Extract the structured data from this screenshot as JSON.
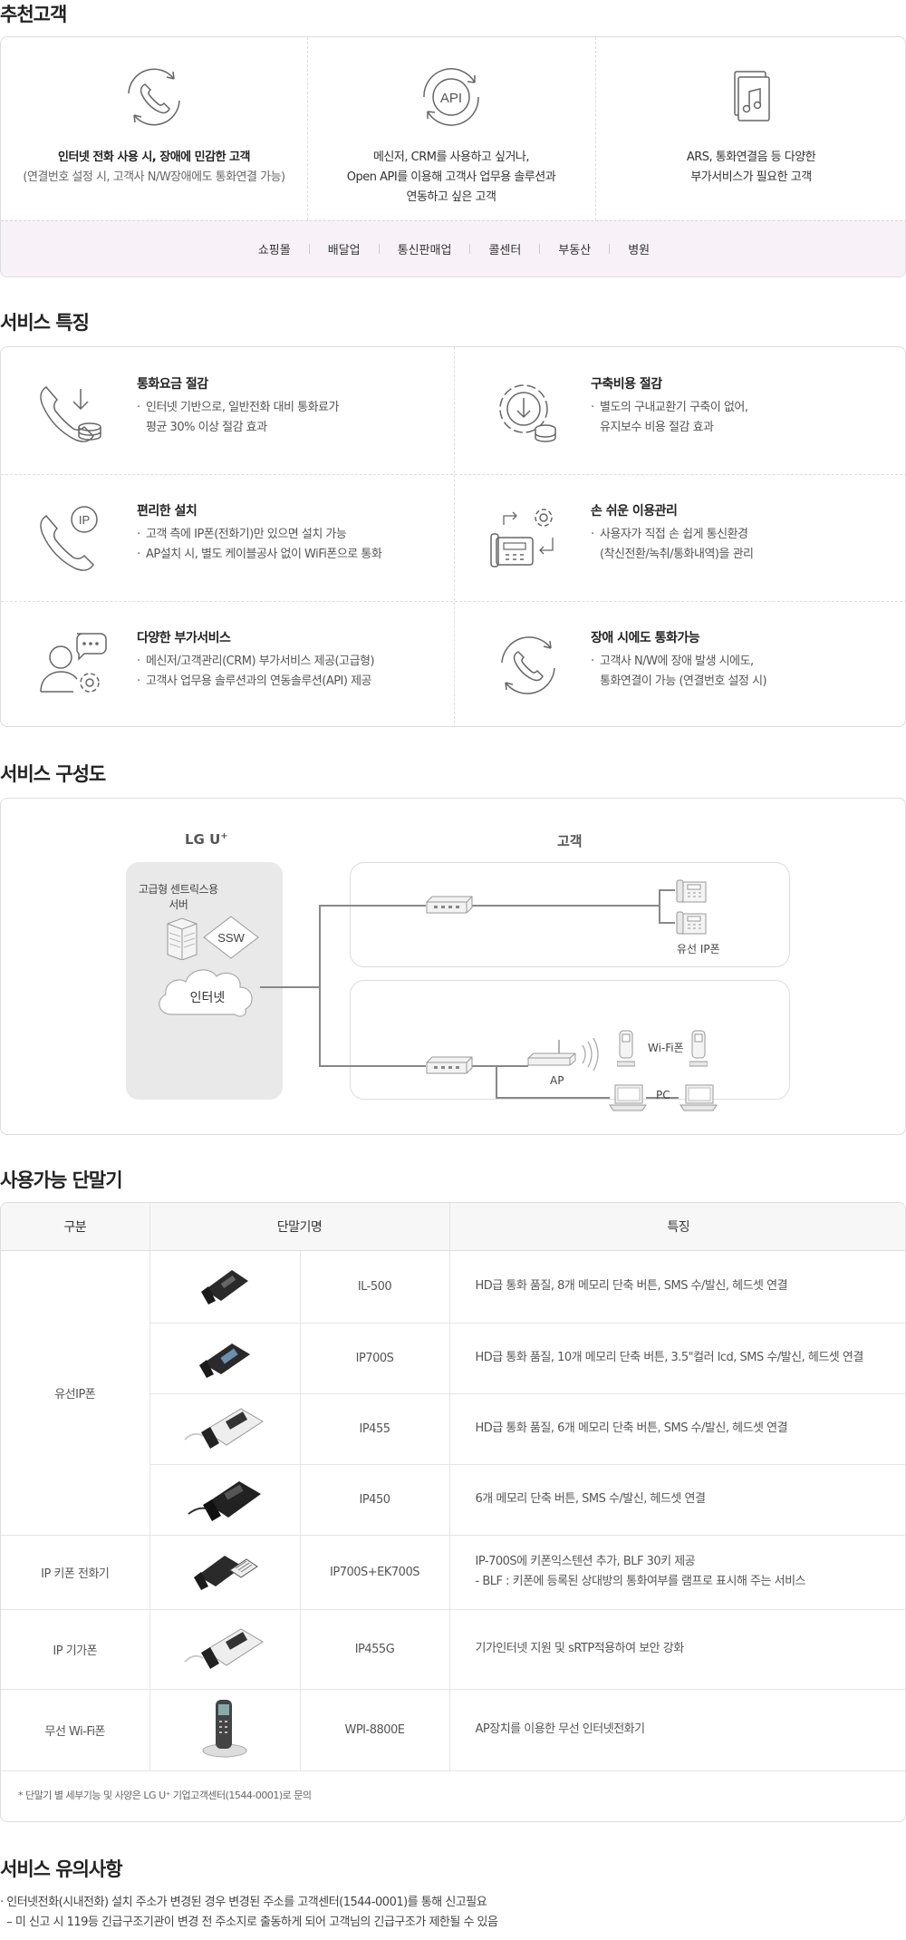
{
  "recommend": {
    "heading": "추천고객",
    "cols": [
      {
        "bold": "인터넷 전화 사용 시, 장애에 민감한 고객",
        "sub": "(연결번호 설정 시, 고객사 N/W장애에도 통화연결 가능)",
        "icon": "phone-cycle-icon"
      },
      {
        "line1": "메신저, CRM를 사용하고 싶거나,",
        "line2": "Open API를 이용해 고객사 업무용 솔루션과",
        "line3": "연동하고 싶은 고객",
        "icon": "api-icon"
      },
      {
        "line1": "ARS, 통화연결음 등 다양한",
        "line2": "부가서비스가 필요한 고객",
        "icon": "music-file-icon"
      }
    ],
    "industries": [
      "쇼핑몰",
      "배달업",
      "통신판매업",
      "콜센터",
      "부동산",
      "병원"
    ]
  },
  "features": {
    "heading": "서비스 특징",
    "items": [
      {
        "title": "통화요금 절감",
        "lines": [
          "인터넷 기반으로, 일반전화 대비 통화료가",
          "평균 30% 이상 절감 효과"
        ],
        "bullets": 1,
        "icon": "phone-coin-icon"
      },
      {
        "title": "구축비용 절감",
        "lines": [
          "별도의 구내교환기 구축이 없어,",
          "유지보수 비용 절감 효과"
        ],
        "bullets": 1,
        "icon": "gear-coin-icon"
      },
      {
        "title": "편리한 설치",
        "lines": [
          "고객 측에 IP폰(전화기)만 있으면 설치 가능",
          "AP설치 시, 별도 케이블공사 없이 WiFi폰으로 통화"
        ],
        "bullets": 2,
        "icon": "ip-phone-icon"
      },
      {
        "title": "손 쉬운 이용관리",
        "lines": [
          "사용자가 직접 손 쉽게 통신환경",
          "(착신전환/녹취/통화내역)을 관리"
        ],
        "bullets": 1,
        "icon": "phone-gear-icon"
      },
      {
        "title": "다양한 부가서비스",
        "lines": [
          "메신저/고객관리(CRM) 부가서비스 제공(고급형)",
          "고객사 업무용 솔루션과의 연동솔루션(API) 제공"
        ],
        "bullets": 2,
        "icon": "user-chat-gear-icon"
      },
      {
        "title": "장애 시에도 통화가능",
        "lines": [
          "고객사 N/W에 장애 발생 시에도,",
          "통화연결이 가능 (연결번호 설정 시)"
        ],
        "bullets": 1,
        "icon": "phone-cycle-icon"
      }
    ]
  },
  "diagram": {
    "heading": "서비스 구성도",
    "lgu": "LG U",
    "lgu_plus": "+",
    "customer": "고객",
    "server_label_1": "고급형 센트릭스용",
    "server_label_2": "서버",
    "ssw": "SSW",
    "internet": "인터넷",
    "wired_ip": "유선 IP폰",
    "ap": "AP",
    "wifi": "Wi-Fi폰",
    "pc": "PC"
  },
  "devices": {
    "heading": "사용가능 단말기",
    "headers": [
      "구분",
      "단말기명",
      "특징"
    ],
    "groups": [
      {
        "category": "유선IP폰",
        "rows": [
          {
            "name": "IL-500",
            "feature": "HD급 통화 품질, 8개 메모리 단축 버튼, SMS 수/발신, 헤드셋 연결"
          },
          {
            "name": "IP700S",
            "feature": "HD급 통화 품질, 10개 메모리 단축 버튼, 3.5\"컬러 lcd, SMS 수/발신, 헤드셋 연결"
          },
          {
            "name": "IP455",
            "feature": "HD급 통화 품질, 6개 메모리 단축 버튼, SMS 수/발신, 헤드셋 연결"
          },
          {
            "name": "IP450",
            "feature": "6개 메모리 단축 버튼, SMS 수/발신, 헤드셋 연결"
          }
        ]
      },
      {
        "category": "IP 키폰 전화기",
        "rows": [
          {
            "name": "IP700S+EK700S",
            "feature": "IP-700S에 키폰익스텐션 추가, BLF 30키 제공",
            "feature2": "- BLF : 키폰에 등록된 상대방의 통화여부를 램프로 표시해 주는 서비스"
          }
        ]
      },
      {
        "category": "IP 기가폰",
        "rows": [
          {
            "name": "IP455G",
            "feature": "기가인터넷 지원 및 sRTP적용하여 보안 강화"
          }
        ]
      },
      {
        "category": "무선 Wi-Fi폰",
        "rows": [
          {
            "name": "WPI-8800E",
            "feature": "AP장치를 이용한 무선 인터넷전화기"
          }
        ]
      }
    ],
    "note": "* 단말기 별 세부기능 및 사양은 LG U⁺ 기업고객센터(1544-0001)로 문의"
  },
  "caution": {
    "heading": "서비스 유의사항",
    "lines": [
      "· 인터넷전화(시내전화) 설치 주소가 변경된 경우 변경된 주소를 고객센터(1544-0001)를 통해 신고필요",
      "  – 미 신고 시 119등 긴급구조기관이 변경 전 주소지로 출동하게 되어 고객님의 긴급구조가 제한될 수 있음"
    ]
  }
}
